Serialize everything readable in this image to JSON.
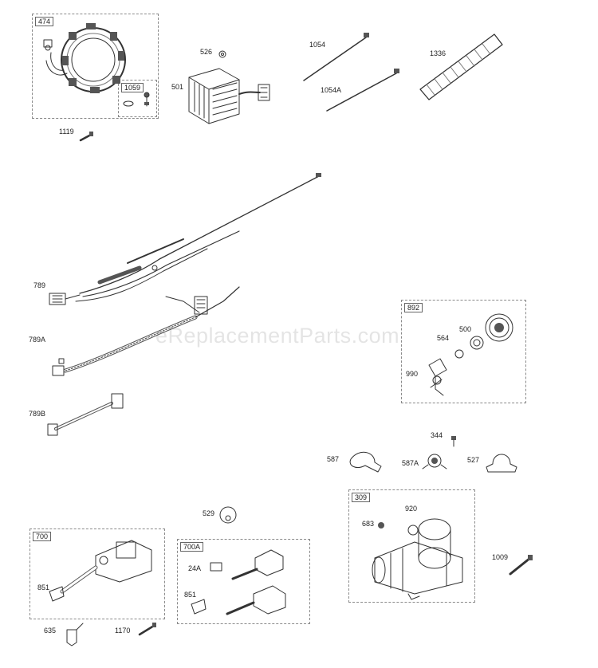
{
  "watermark": "eReplacementParts.com",
  "groups": {
    "g474": "474",
    "g1059": "1059",
    "g892": "892",
    "g309": "309",
    "g700": "700",
    "g700A": "700A"
  },
  "labels": {
    "p526": "526",
    "p501": "501",
    "p1054": "1054",
    "p1054A": "1054A",
    "p1336": "1336",
    "p1119": "1119",
    "p789": "789",
    "p789A": "789A",
    "p789B": "789B",
    "p500": "500",
    "p564": "564",
    "p990": "990",
    "p344": "344",
    "p587": "587",
    "p587A": "587A",
    "p527": "527",
    "p529": "529",
    "p920": "920",
    "p683": "683",
    "p1009": "1009",
    "p24A": "24A",
    "p851a": "851",
    "p851b": "851",
    "p635": "635",
    "p1170": "1170"
  }
}
